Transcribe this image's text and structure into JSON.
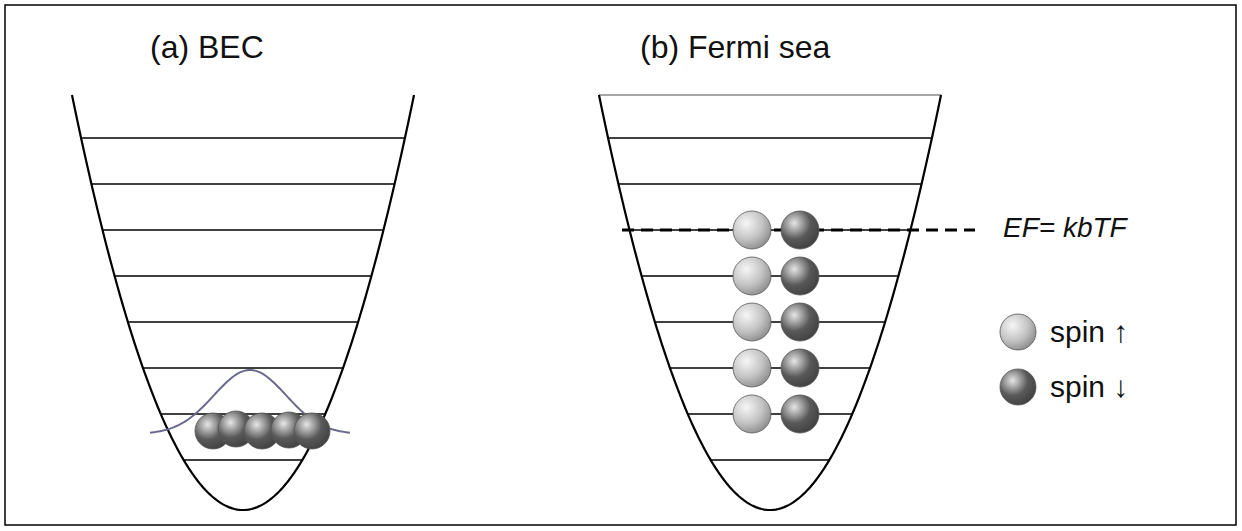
{
  "diagram": {
    "nodes": [
      {
        "text": [
          "(a) BEC"
        ]
      },
      {
        "text": [
          "(b) Fermi sea"
        ]
      }
    ],
    "labels": [
      "EF= kbTF"
    ],
    "legend": [
      {
        "text": "spin ↑",
        "color": "#c4c4c4"
      },
      {
        "text": "spin ↓",
        "color": "#595959"
      }
    ]
  }
}
